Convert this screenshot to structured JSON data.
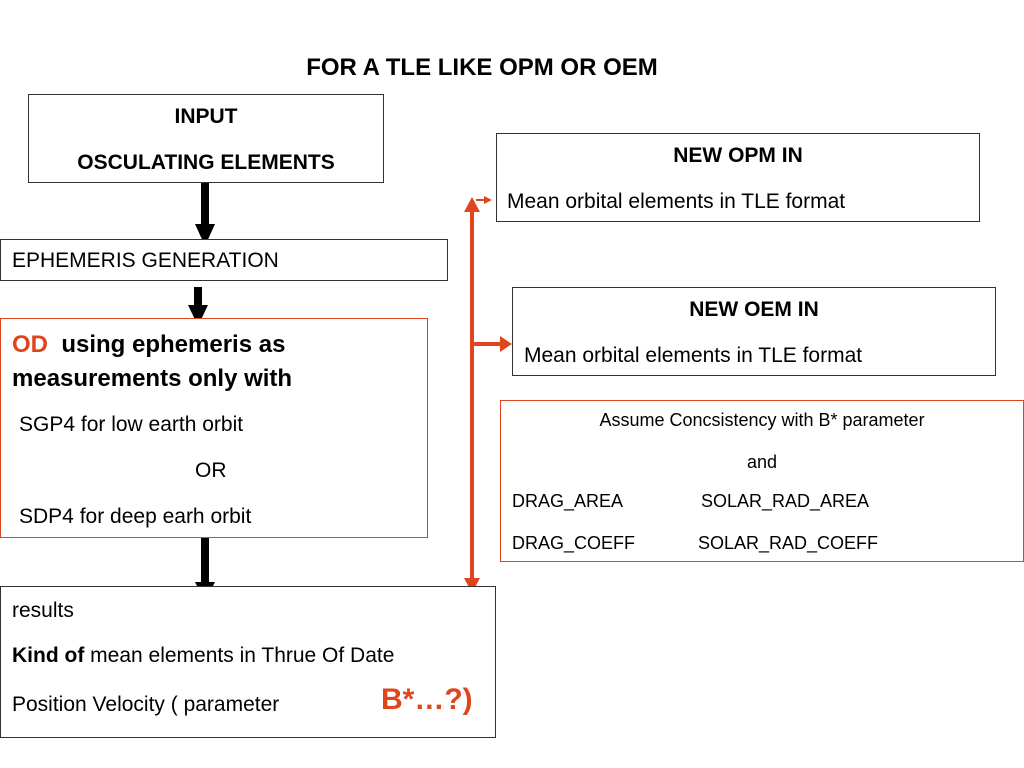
{
  "title": "FOR A TLE LIKE OPM OR OEM",
  "input_box": {
    "line1": "INPUT",
    "line2": "OSCULATING ELEMENTS"
  },
  "ephemeris_box": {
    "text": "EPHEMERIS GENERATION"
  },
  "od_box": {
    "od_label": "OD",
    "line1_rest": "using ephemeris as",
    "line2": "measurements only with",
    "sgp4": "SGP4 for low earth orbit",
    "or": "OR",
    "sdp4": "SDP4 for deep earh orbit"
  },
  "results_box": {
    "line1": "results",
    "kind_of": "Kind of",
    "line2_rest": "mean elements in Thrue Of Date",
    "line3": "Position Velocity  ( parameter",
    "bstar": "B*…?)"
  },
  "opm_box": {
    "title": "NEW OPM IN",
    "text": "Mean orbital elements in TLE format"
  },
  "oem_box": {
    "title": "NEW OEM IN",
    "text": "Mean orbital elements in TLE format"
  },
  "consistency_box": {
    "line1": "Assume Concsistency with B* parameter",
    "line2": "and",
    "drag_area": "DRAG_AREA",
    "solar_rad_area": "SOLAR_RAD_AREA",
    "drag_coeff": "DRAG_COEFF",
    "solar_rad_coeff": "SOLAR_RAD_COEFF"
  },
  "colors": {
    "accent_red": "#e0461e",
    "arrow_black": "#000000"
  }
}
